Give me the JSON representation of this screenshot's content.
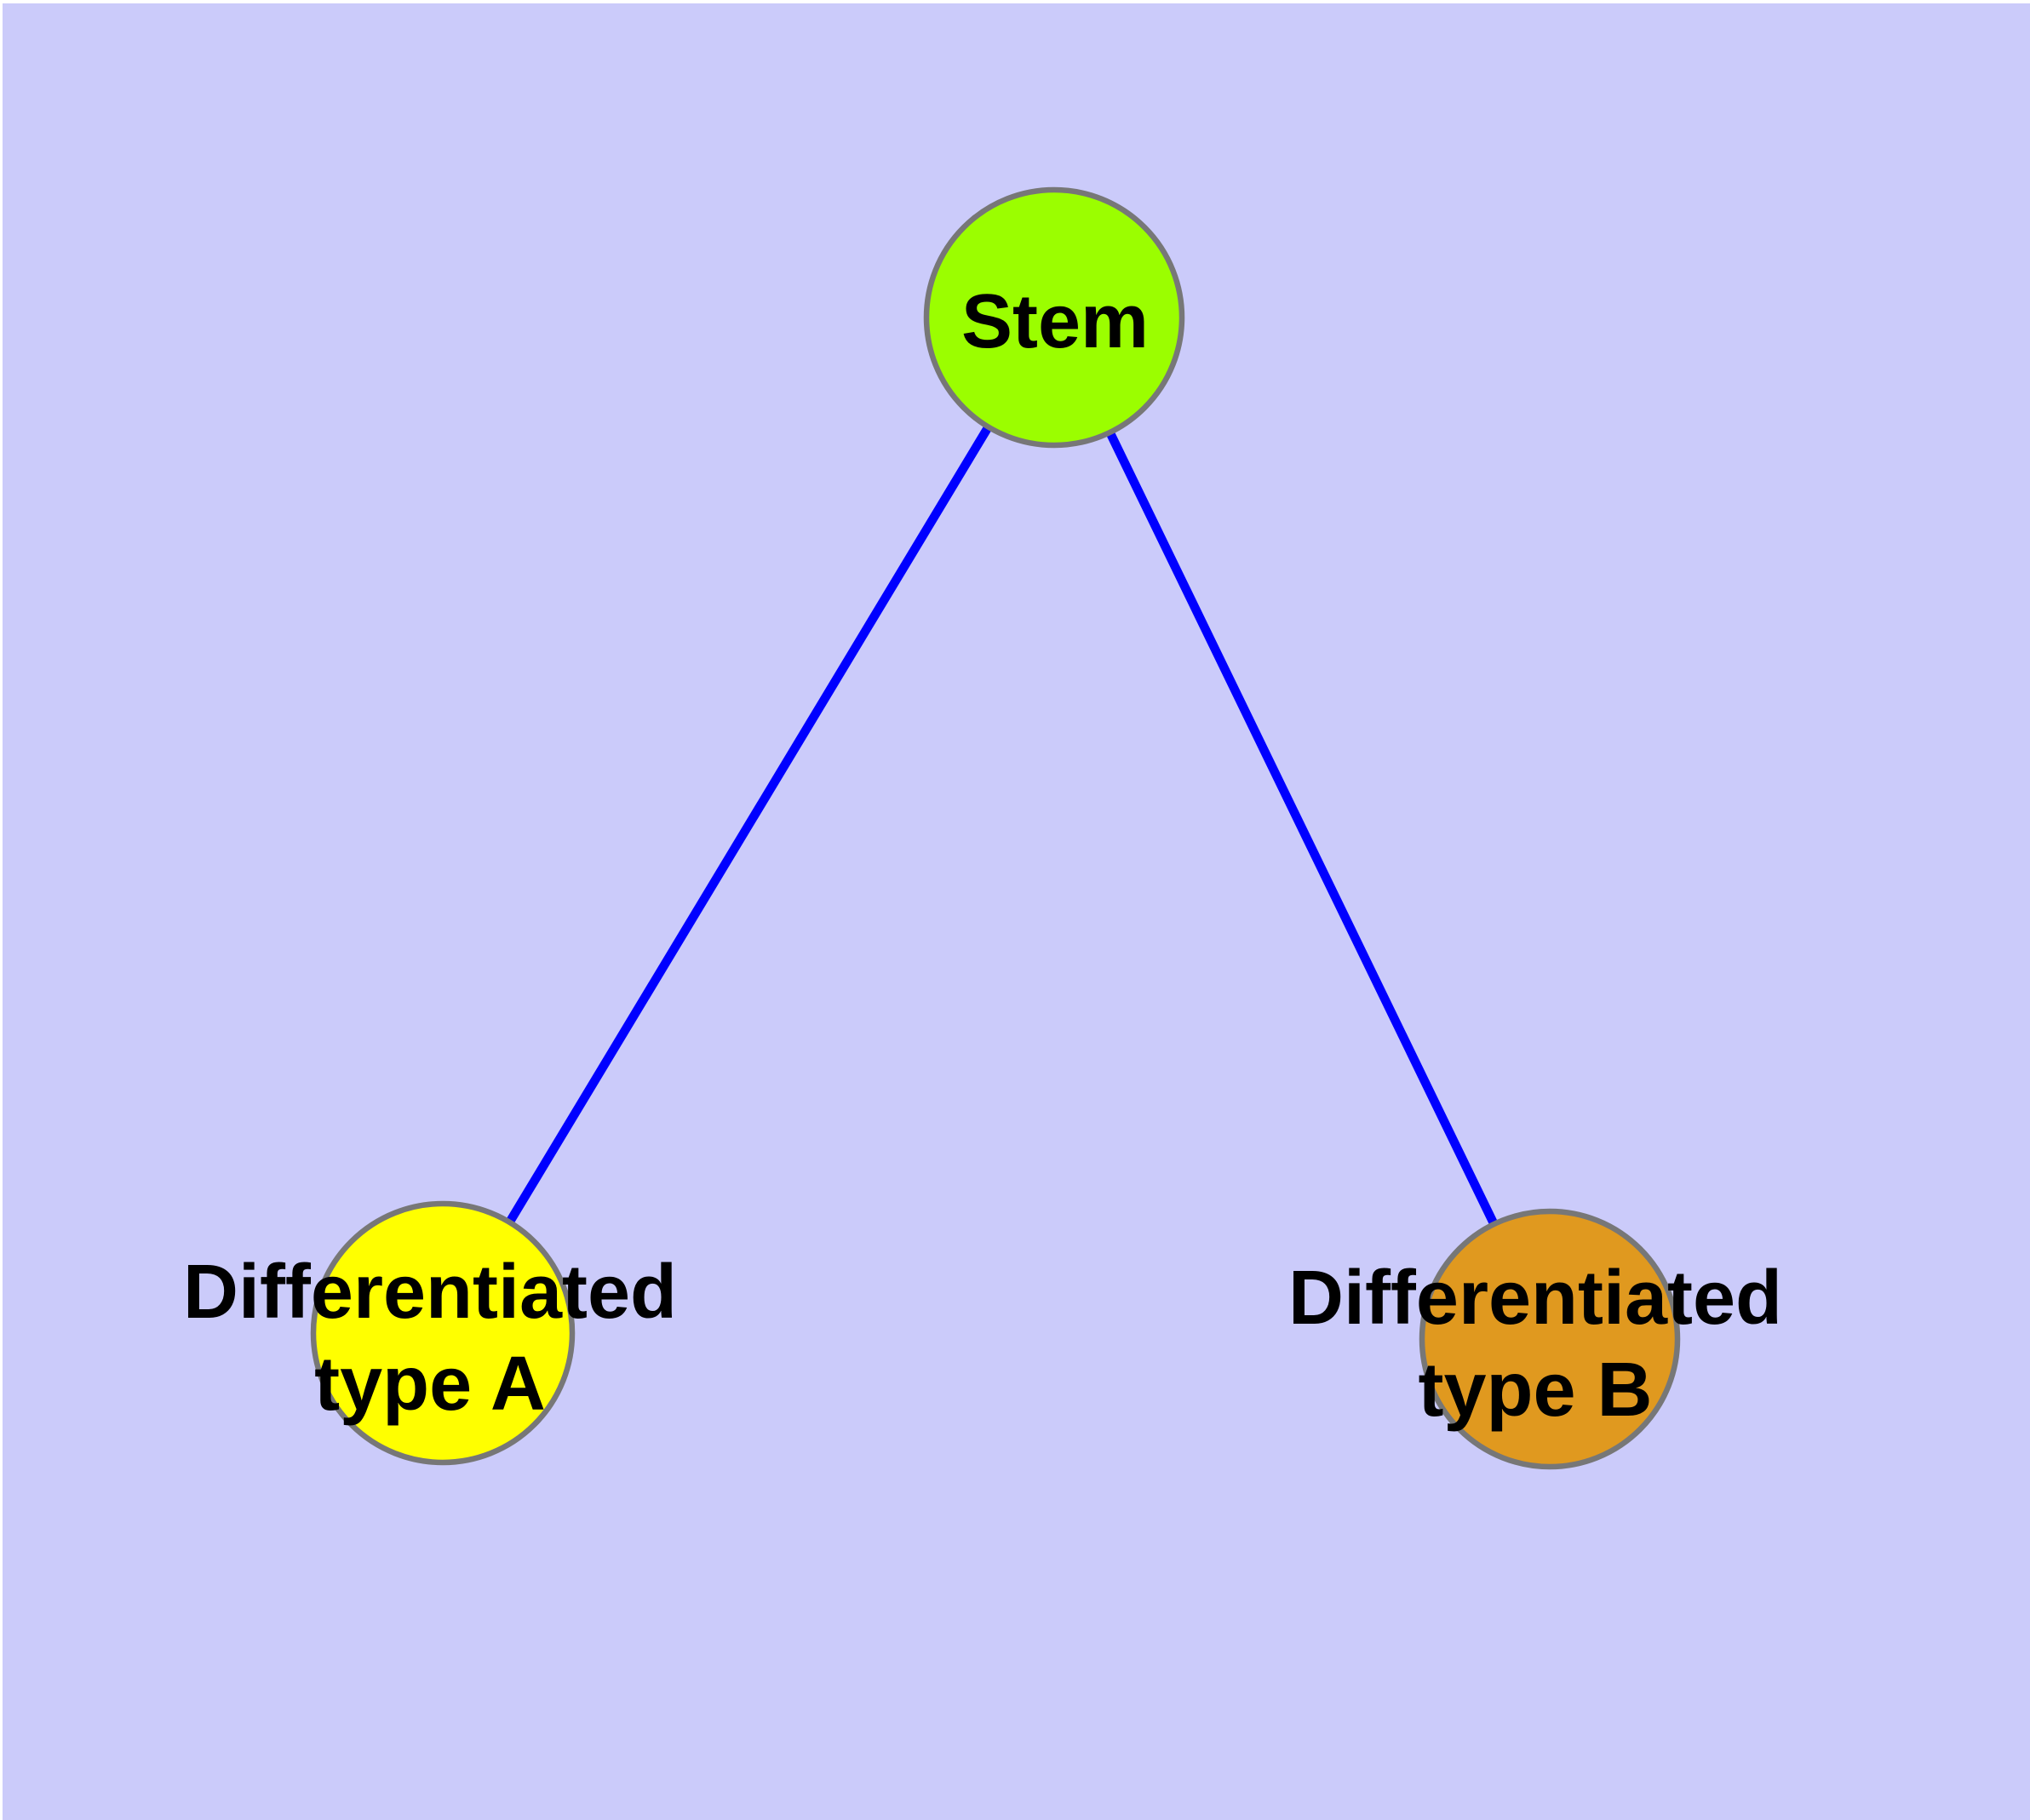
{
  "diagram": {
    "title": "",
    "background_color": "#CBCBFA",
    "edge_color": "#0000FF",
    "node_border_color": "#777777",
    "label_color": "#000000",
    "nodes": [
      {
        "id": "stem",
        "label": "Stem",
        "label_lines": [
          "Stem"
        ],
        "fill": "#9BFE00"
      },
      {
        "id": "differentiated-type-a",
        "label": "Differentiated type A",
        "label_line1": "Differentiated",
        "label_line2": "type A",
        "fill": "#FFFF00"
      },
      {
        "id": "differentiated-type-b",
        "label": "Differentiated type B",
        "label_line1": "Differentiated",
        "label_line2": "type B",
        "fill": "#E0991F"
      }
    ],
    "edges": [
      {
        "from": "Stem",
        "to": "Differentiated type A"
      },
      {
        "from": "Stem",
        "to": "Differentiated type B"
      }
    ]
  }
}
